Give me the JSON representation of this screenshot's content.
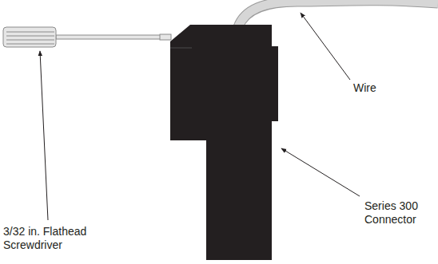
{
  "diagram": {
    "labels": [
      "Wire",
      "Series 300 Connector",
      "3/32 in. Flathead Screwdriver"
    ]
  }
}
